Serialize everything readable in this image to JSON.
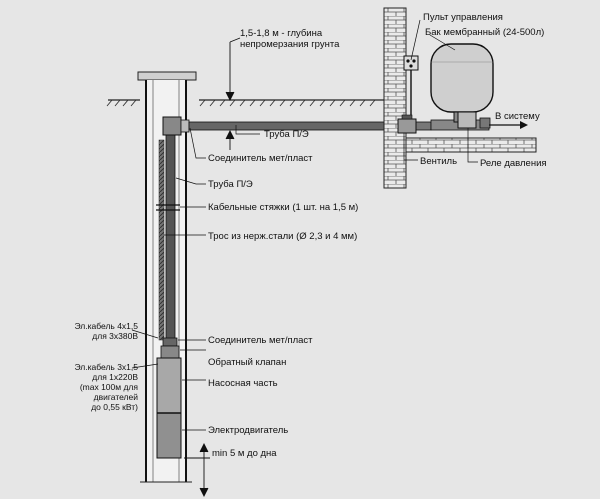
{
  "diagram": {
    "labels": {
      "depth_line1": "1,5-1,8 м - глубина",
      "depth_line2": "непромерзания грунта",
      "control_panel": "Пульт управления",
      "tank": "Бак мембранный (24-500л)",
      "to_system": "В систему",
      "pipe_top": "Труба П/Э",
      "valve": "Вентиль",
      "pressure_relay": "Реле давления",
      "connector_top": "Соединитель мет/пласт",
      "pipe_main": "Труба П/Э",
      "cable_ties": "Кабельные стяжки (1 шт. на 1,5 м)",
      "cable_rope": "Трос из нерж.стали (Ø 2,3 и 4 мм)",
      "cable_4x": [
        "Эл.кабель 4х1,5",
        "для 3х380В"
      ],
      "cable_3x": [
        "Эл.кабель 3х1,5",
        "для 1х220В",
        "(max 100м для",
        "двигателей",
        "до 0,55 кВт)"
      ],
      "connector_bottom": "Соединитель мет/пласт",
      "check_valve": "Обратный клапан",
      "pump_part": "Насосная часть",
      "motor": "Электродвигатель",
      "min_depth": "min 5 м до дна"
    }
  }
}
